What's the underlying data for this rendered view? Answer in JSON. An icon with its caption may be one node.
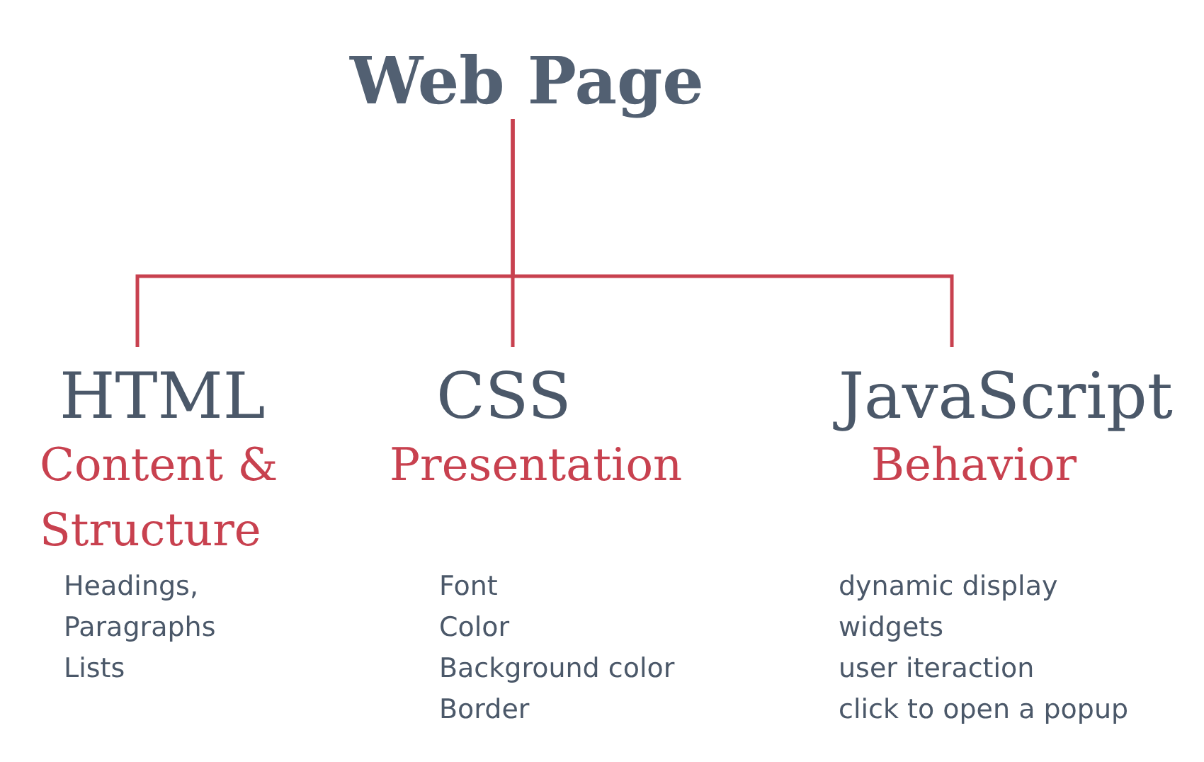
{
  "diagram": {
    "nodes": [
      {
        "text": [
          "Web Page"
        ]
      },
      {
        "text": [
          "HTML",
          "Content & Structure",
          "Headings,",
          "Paragraphs",
          "Lists"
        ]
      },
      {
        "text": [
          "CSS",
          "Presentation",
          "Font",
          "Color",
          "Background color",
          "Border"
        ]
      },
      {
        "text": [
          "JavaScript",
          "Behavior",
          "dynamic display",
          "widgets",
          "user iteraction",
          "click to open a popup"
        ]
      }
    ],
    "edges": [
      {
        "from": 0,
        "to": 1,
        "arrow": "none"
      },
      {
        "from": 0,
        "to": 2,
        "arrow": "none"
      },
      {
        "from": 0,
        "to": 3,
        "arrow": "none"
      }
    ]
  }
}
